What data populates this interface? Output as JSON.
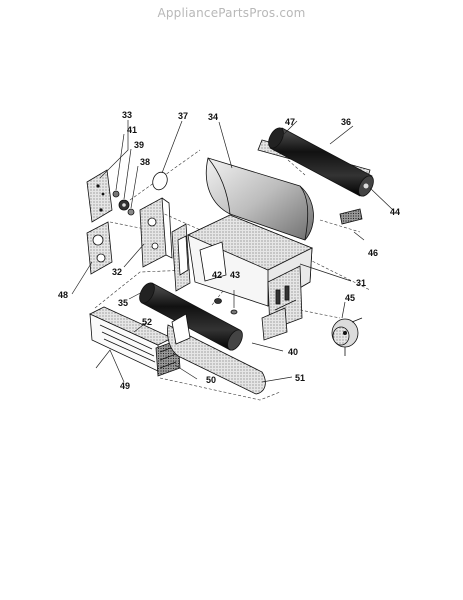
{
  "watermark": "AppliancePartsPros.com",
  "callouts": {
    "c31": "31",
    "c32": "32",
    "c33": "33",
    "c34": "34",
    "c35": "35",
    "c36": "36",
    "c37": "37",
    "c38": "38",
    "c39": "39",
    "c40": "40",
    "c41": "41",
    "c42": "42",
    "c43": "43",
    "c44": "44",
    "c45": "45",
    "c46": "46",
    "c47": "47",
    "c48": "48",
    "c49": "49",
    "c50": "50",
    "c51": "51",
    "c52": "52"
  }
}
